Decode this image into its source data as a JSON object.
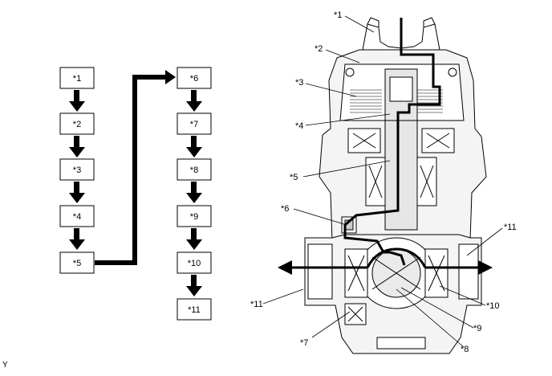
{
  "flow": {
    "left_column": [
      "*1",
      "*2",
      "*3",
      "*4",
      "*5"
    ],
    "right_column": [
      "*6",
      "*7",
      "*8",
      "*9",
      "*10",
      "*11"
    ]
  },
  "callouts": {
    "c1": "*1",
    "c2": "*2",
    "c3": "*3",
    "c4": "*4",
    "c5": "*5",
    "c6": "*6",
    "c7": "*7",
    "c8": "*8",
    "c9": "*9",
    "c10": "*10",
    "c11_right": "*11",
    "c11_left": "*11"
  },
  "footer": {
    "mark": "Y"
  }
}
